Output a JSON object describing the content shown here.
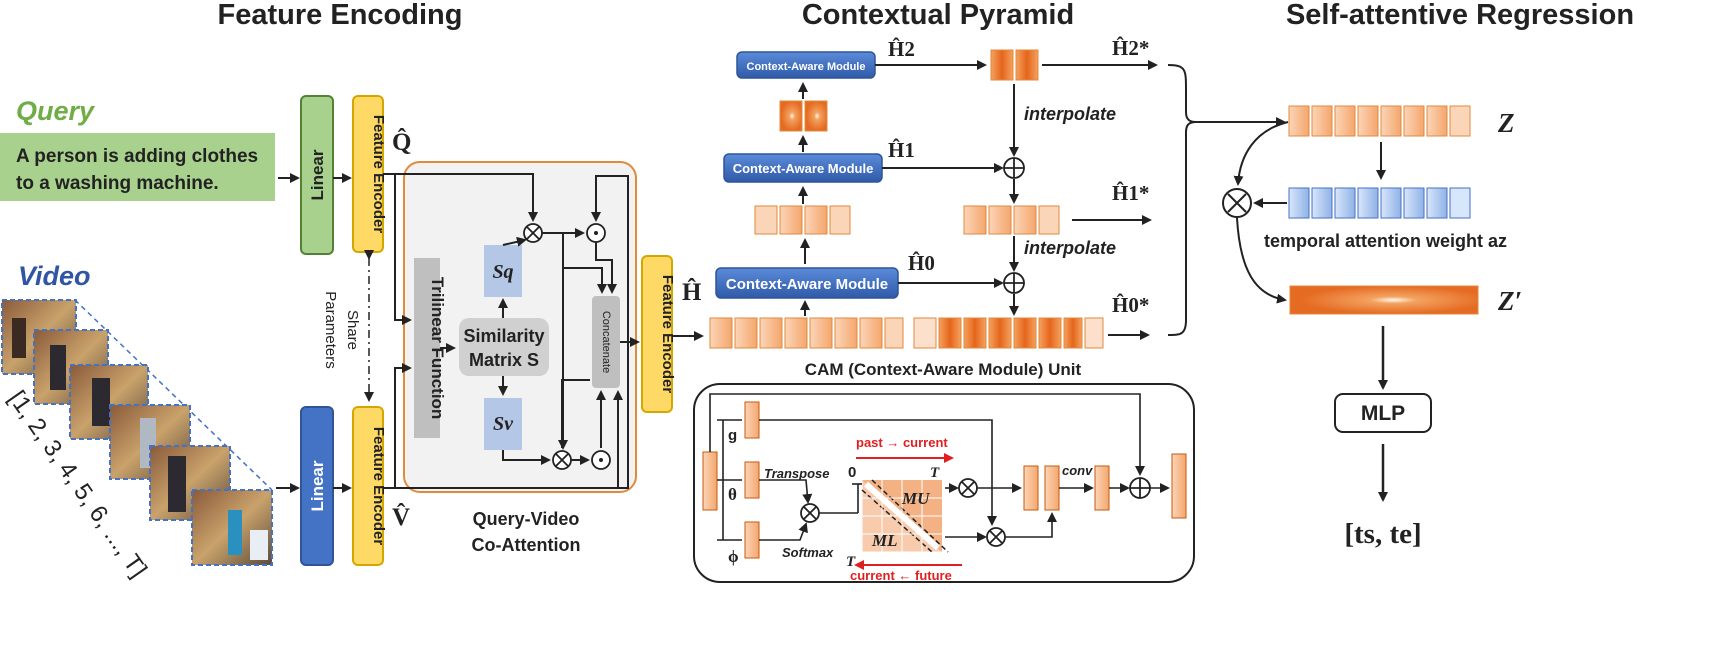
{
  "sections": {
    "feature_encoding": "Feature Encoding",
    "contextual_pyramid": "Contextual Pyramid",
    "self_attentive_regression": "Self-attentive Regression"
  },
  "query": {
    "label": "Query",
    "text_line1": "A person is adding clothes",
    "text_line2": "to a washing machine."
  },
  "video": {
    "label": "Video",
    "frame_indices": "[1, 2, 3, 4, 5, 6, ..., T]"
  },
  "encoding": {
    "linear": "Linear",
    "feature_encoder": "Feature Encoder",
    "share_line1": "Share",
    "share_line2": "Parameters",
    "q_hat": "Q̂",
    "v_hat": "V̂"
  },
  "coattention": {
    "trilinear": "Trilinear Function",
    "similarity_line1": "Similarity",
    "similarity_line2": "Matrix S",
    "sq": "Sq",
    "sv": "Sv",
    "concatenate": "Concatenate",
    "caption_line1": "Query-Video",
    "caption_line2": "Co-Attention",
    "feature_encoder": "Feature Encoder",
    "h_hat": "Ĥ"
  },
  "pyramid": {
    "cam": "Context-Aware Module",
    "h0": "Ĥ0",
    "h1": "Ĥ1",
    "h2": "Ĥ2",
    "h0_star": "Ĥ0*",
    "h1_star": "Ĥ1*",
    "h2_star": "Ĥ2*",
    "interpolate": "interpolate"
  },
  "cam_unit": {
    "title": "CAM (Context-Aware Module) Unit",
    "g": "g",
    "theta": "θ",
    "phi": "ϕ",
    "transpose": "Transpose",
    "softmax": "Softmax",
    "zero": "0",
    "t_top": "T",
    "t_bottom": "T",
    "past_current": "past → current",
    "current_future": "current ← future",
    "mu": "MU",
    "ml": "ML",
    "conv": "conv"
  },
  "regression": {
    "z": "Z",
    "z_prime": "Z′",
    "attention_label": "temporal attention weight az",
    "mlp": "MLP",
    "output": "[ts, te]"
  },
  "colors": {
    "query_green": "#70ad47",
    "video_blue": "#2f55a4",
    "encoder_yellow": "#ffd966",
    "cam_blue": "#4472c4",
    "orange": "#ed7d31",
    "red_arrow": "#e02020"
  }
}
